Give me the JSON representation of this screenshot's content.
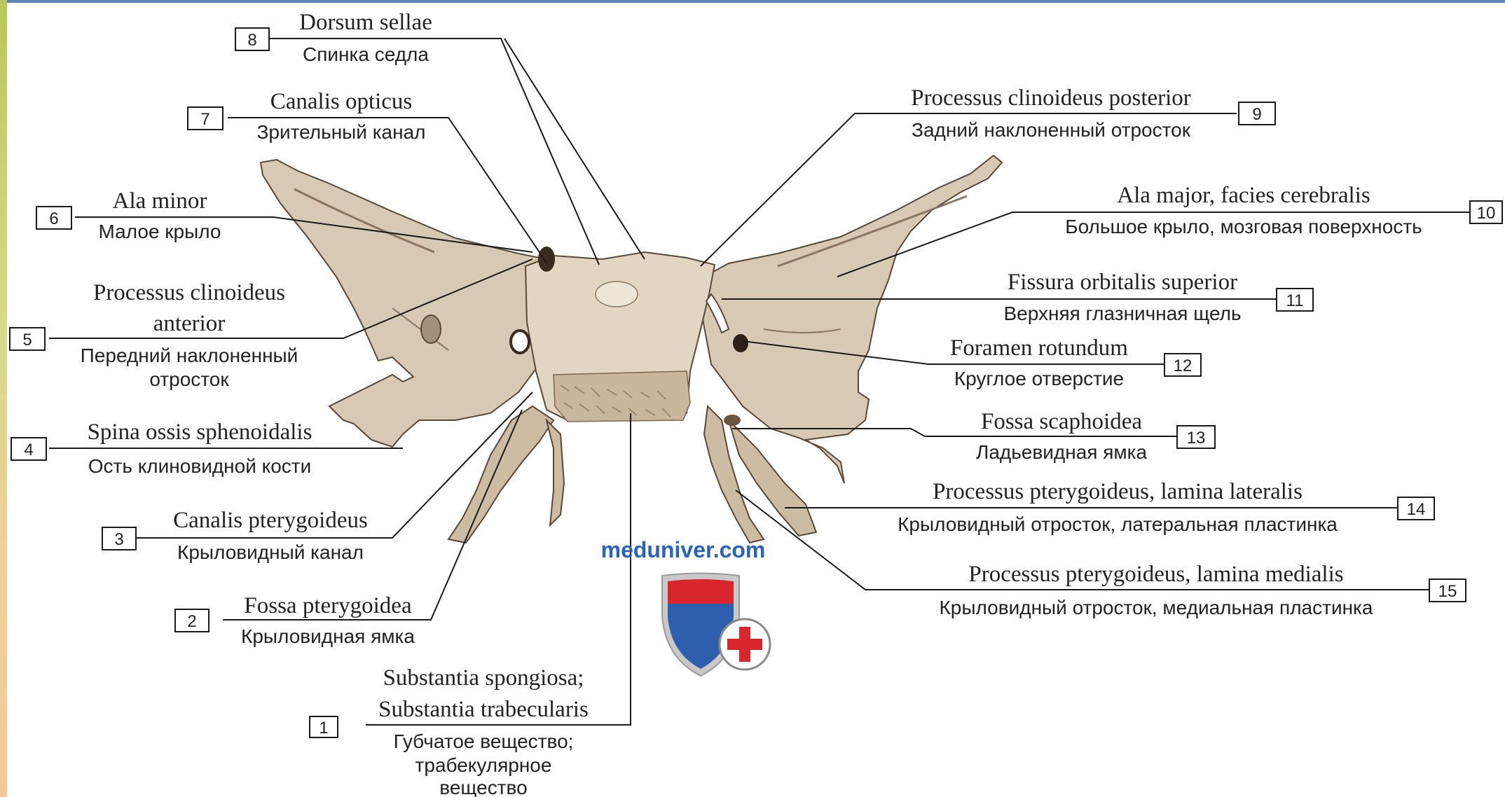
{
  "watermark": {
    "text": "meduniver.com",
    "logo": "shield-cross-logo"
  },
  "colors": {
    "bone": "#d8c9b4",
    "bone_shadow": "#8a7560",
    "frame_top": "#5b84b1",
    "brand": "#2b64b5",
    "logo_red": "#d8262d"
  },
  "labels": [
    {
      "num": "1",
      "latin": "Substantia spongiosa;",
      "latin2": "Substantia trabecularis",
      "russian": "Губчатое вещество;",
      "russian2": "трабекулярное",
      "russian3": "вещество"
    },
    {
      "num": "2",
      "latin": "Fossa pterygoidea",
      "russian": "Крыловидная ямка"
    },
    {
      "num": "3",
      "latin": "Canalis pterygoideus",
      "russian": "Крыловидный канал"
    },
    {
      "num": "4",
      "latin": "Spina ossis sphenoidalis",
      "russian": "Ость клиновидной кости"
    },
    {
      "num": "5",
      "latin": "Processus clinoideus",
      "latin2": "anterior",
      "russian": "Передний наклоненный",
      "russian2": "отросток"
    },
    {
      "num": "6",
      "latin": "Ala minor",
      "russian": "Малое крыло"
    },
    {
      "num": "7",
      "latin": "Canalis opticus",
      "russian": "Зрительный канал"
    },
    {
      "num": "8",
      "latin": "Dorsum sellae",
      "russian": "Спинка седла"
    },
    {
      "num": "9",
      "latin": "Processus clinoideus posterior",
      "russian": "Задний наклоненный отросток"
    },
    {
      "num": "10",
      "latin": "Ala major, facies cerebralis",
      "russian": "Большое крыло, мозговая поверхность"
    },
    {
      "num": "11",
      "latin": "Fissura orbitalis superior",
      "russian": "Верхняя глазничная щель"
    },
    {
      "num": "12",
      "latin": "Foramen rotundum",
      "russian": "Круглое отверстие"
    },
    {
      "num": "13",
      "latin": "Fossa scaphoidea",
      "russian": "Ладьевидная ямка"
    },
    {
      "num": "14",
      "latin": "Processus pterygoideus, lamina lateralis",
      "russian": "Крыловидный отросток, латеральная пластинка"
    },
    {
      "num": "15",
      "latin": "Processus pterygoideus, lamina medialis",
      "russian": "Крыловидный отросток, медиальная пластинка"
    }
  ]
}
